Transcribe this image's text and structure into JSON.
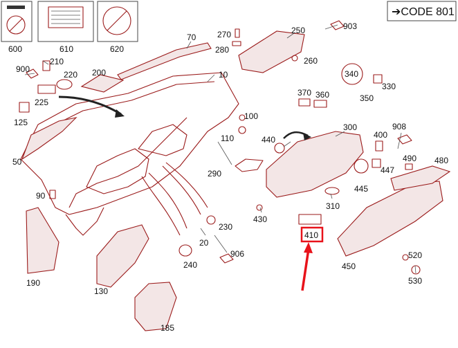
{
  "code_label": "➔CODE 801",
  "labels": {
    "l600": "600",
    "l610": "610",
    "l620": "620",
    "l70": "70",
    "l270": "270",
    "l280": "280",
    "l250": "250",
    "l903": "903",
    "l260": "260",
    "l900": "900",
    "l210": "210",
    "l220": "220",
    "l200": "200",
    "l10": "10",
    "l340": "340",
    "l330": "330",
    "l350": "350",
    "l370": "370",
    "l360": "360",
    "l225": "225",
    "l125": "125",
    "l100": "100",
    "l110": "110",
    "l440": "440",
    "l300": "300",
    "l400": "400",
    "l908": "908",
    "l490": "490",
    "l480": "480",
    "l447": "447",
    "l445": "445",
    "l290": "290",
    "l50": "50",
    "l90": "90",
    "l310": "310",
    "l430": "430",
    "l410": "410",
    "l230": "230",
    "l20": "20",
    "l906": "906",
    "l240": "240",
    "l190": "190",
    "l130": "130",
    "l450": "450",
    "l520": "520",
    "l530": "530",
    "l185": "185"
  },
  "highlight_color": "#e8121a",
  "line_color": "#9a1a1a"
}
